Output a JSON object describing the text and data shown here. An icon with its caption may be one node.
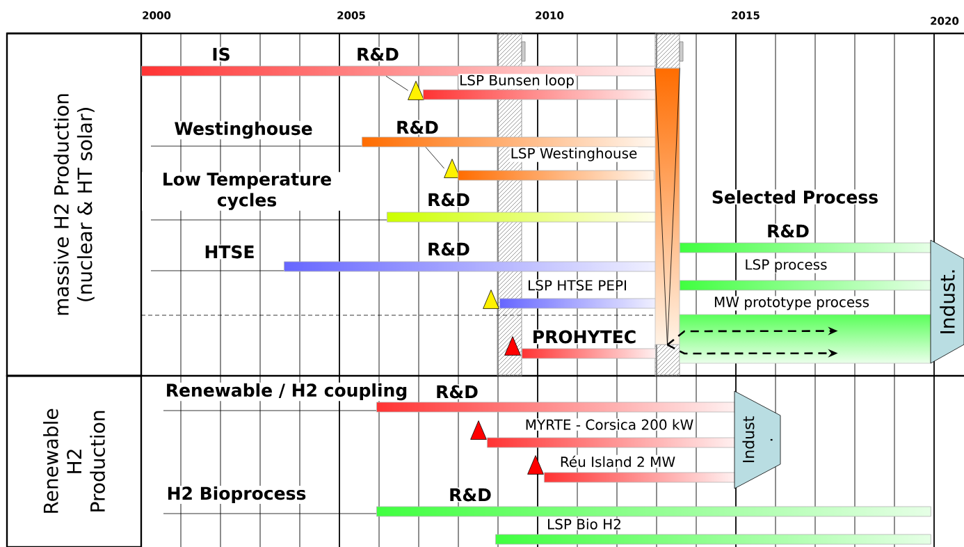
{
  "diagram": {
    "nodes": [
      {
        "text": [
          "massive H2 Production (nuclear & HT solar)"
        ]
      },
      {
        "text": [
          "Renewable H2 Production"
        ]
      },
      {
        "text": [
          "R&D"
        ]
      },
      {
        "text": [],
        "shape": "triangle"
      },
      {
        "text": [
          "LSP Bunsen loop"
        ]
      },
      {
        "text": [
          "R&D"
        ]
      },
      {
        "text": [],
        "shape": "triangle"
      },
      {
        "text": [
          "LSP Westinghouse"
        ]
      },
      {
        "text": [
          "R&D"
        ]
      },
      {
        "text": [
          "R&D"
        ]
      },
      {
        "text": [],
        "shape": "triangle"
      },
      {
        "text": [
          "LSP HTSE PEPI"
        ]
      },
      {
        "text": [],
        "shape": "triangle"
      },
      {
        "text": [
          "PROHYTEC"
        ]
      },
      {
        "text": [],
        "shape": "funnel"
      },
      {
        "text": [
          "R&D"
        ]
      },
      {
        "text": [
          "LSP process"
        ]
      },
      {
        "text": [
          "MW prototype process"
        ]
      },
      {
        "text": [
          "Indust."
        ]
      },
      {
        "text": [
          "R&D"
        ]
      },
      {
        "text": [],
        "shape": "triangle"
      },
      {
        "text": [
          "MYRTE - Corsica 200 kW"
        ]
      },
      {
        "text": [],
        "shape": "triangle"
      },
      {
        "text": [
          "Réu Island 2 MW"
        ]
      },
      {
        "text": [
          "Indust ."
        ]
      },
      {
        "text": [
          "R&D"
        ]
      },
      {
        "text": [
          "LSP Bio H2"
        ]
      }
    ],
    "edges": [
      {
        "from": 2,
        "to": 3,
        "arrow": "none"
      },
      {
        "from": 5,
        "to": 6,
        "arrow": "none"
      },
      {
        "from": 14,
        "to": 17,
        "arrow": "to",
        "style": "dashed"
      },
      {
        "from": 14,
        "to": 17,
        "arrow": "to",
        "style": "dashed"
      }
    ],
    "labels": [
      "2000",
      "2005",
      "2010",
      "2015",
      "2020",
      "IS",
      "Westinghouse",
      "Low Temperature cycles",
      "Selected Process",
      "HTSE",
      "Renewable / H2 coupling",
      "H2 Bioprocess"
    ]
  }
}
